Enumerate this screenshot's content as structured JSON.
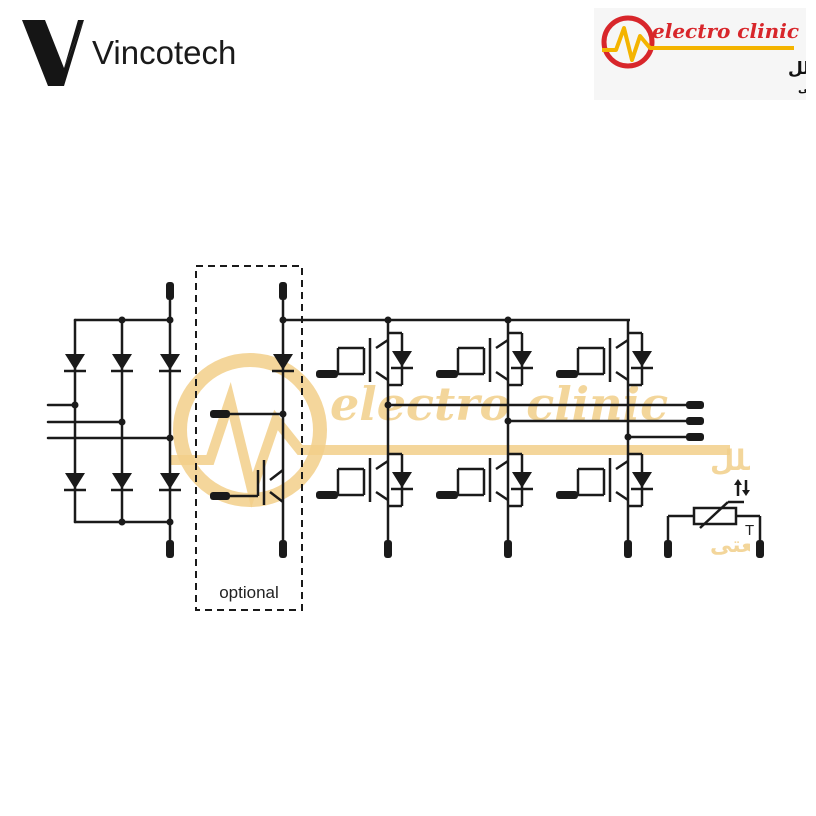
{
  "brand": {
    "name": "Vincotech"
  },
  "seller": {
    "name": "electro clinic",
    "name_fa": "کلینیک برق بین‌الملل",
    "tagline_fa": "واردات و پخش محصولات الکترونیک صنعتی"
  },
  "watermark": {
    "name": "electro clinic",
    "name_fa": "کلینیک برق بین‌الملل",
    "tagline_fa": "واردات و پخش محصولات الکترونیک صنعتی"
  },
  "diagram": {
    "optional_label": "optional",
    "thermistor_label": "T"
  },
  "colors": {
    "line": "#1a1a1a",
    "watermark": "#f2cf8a",
    "accent_red": "#d8262b"
  }
}
